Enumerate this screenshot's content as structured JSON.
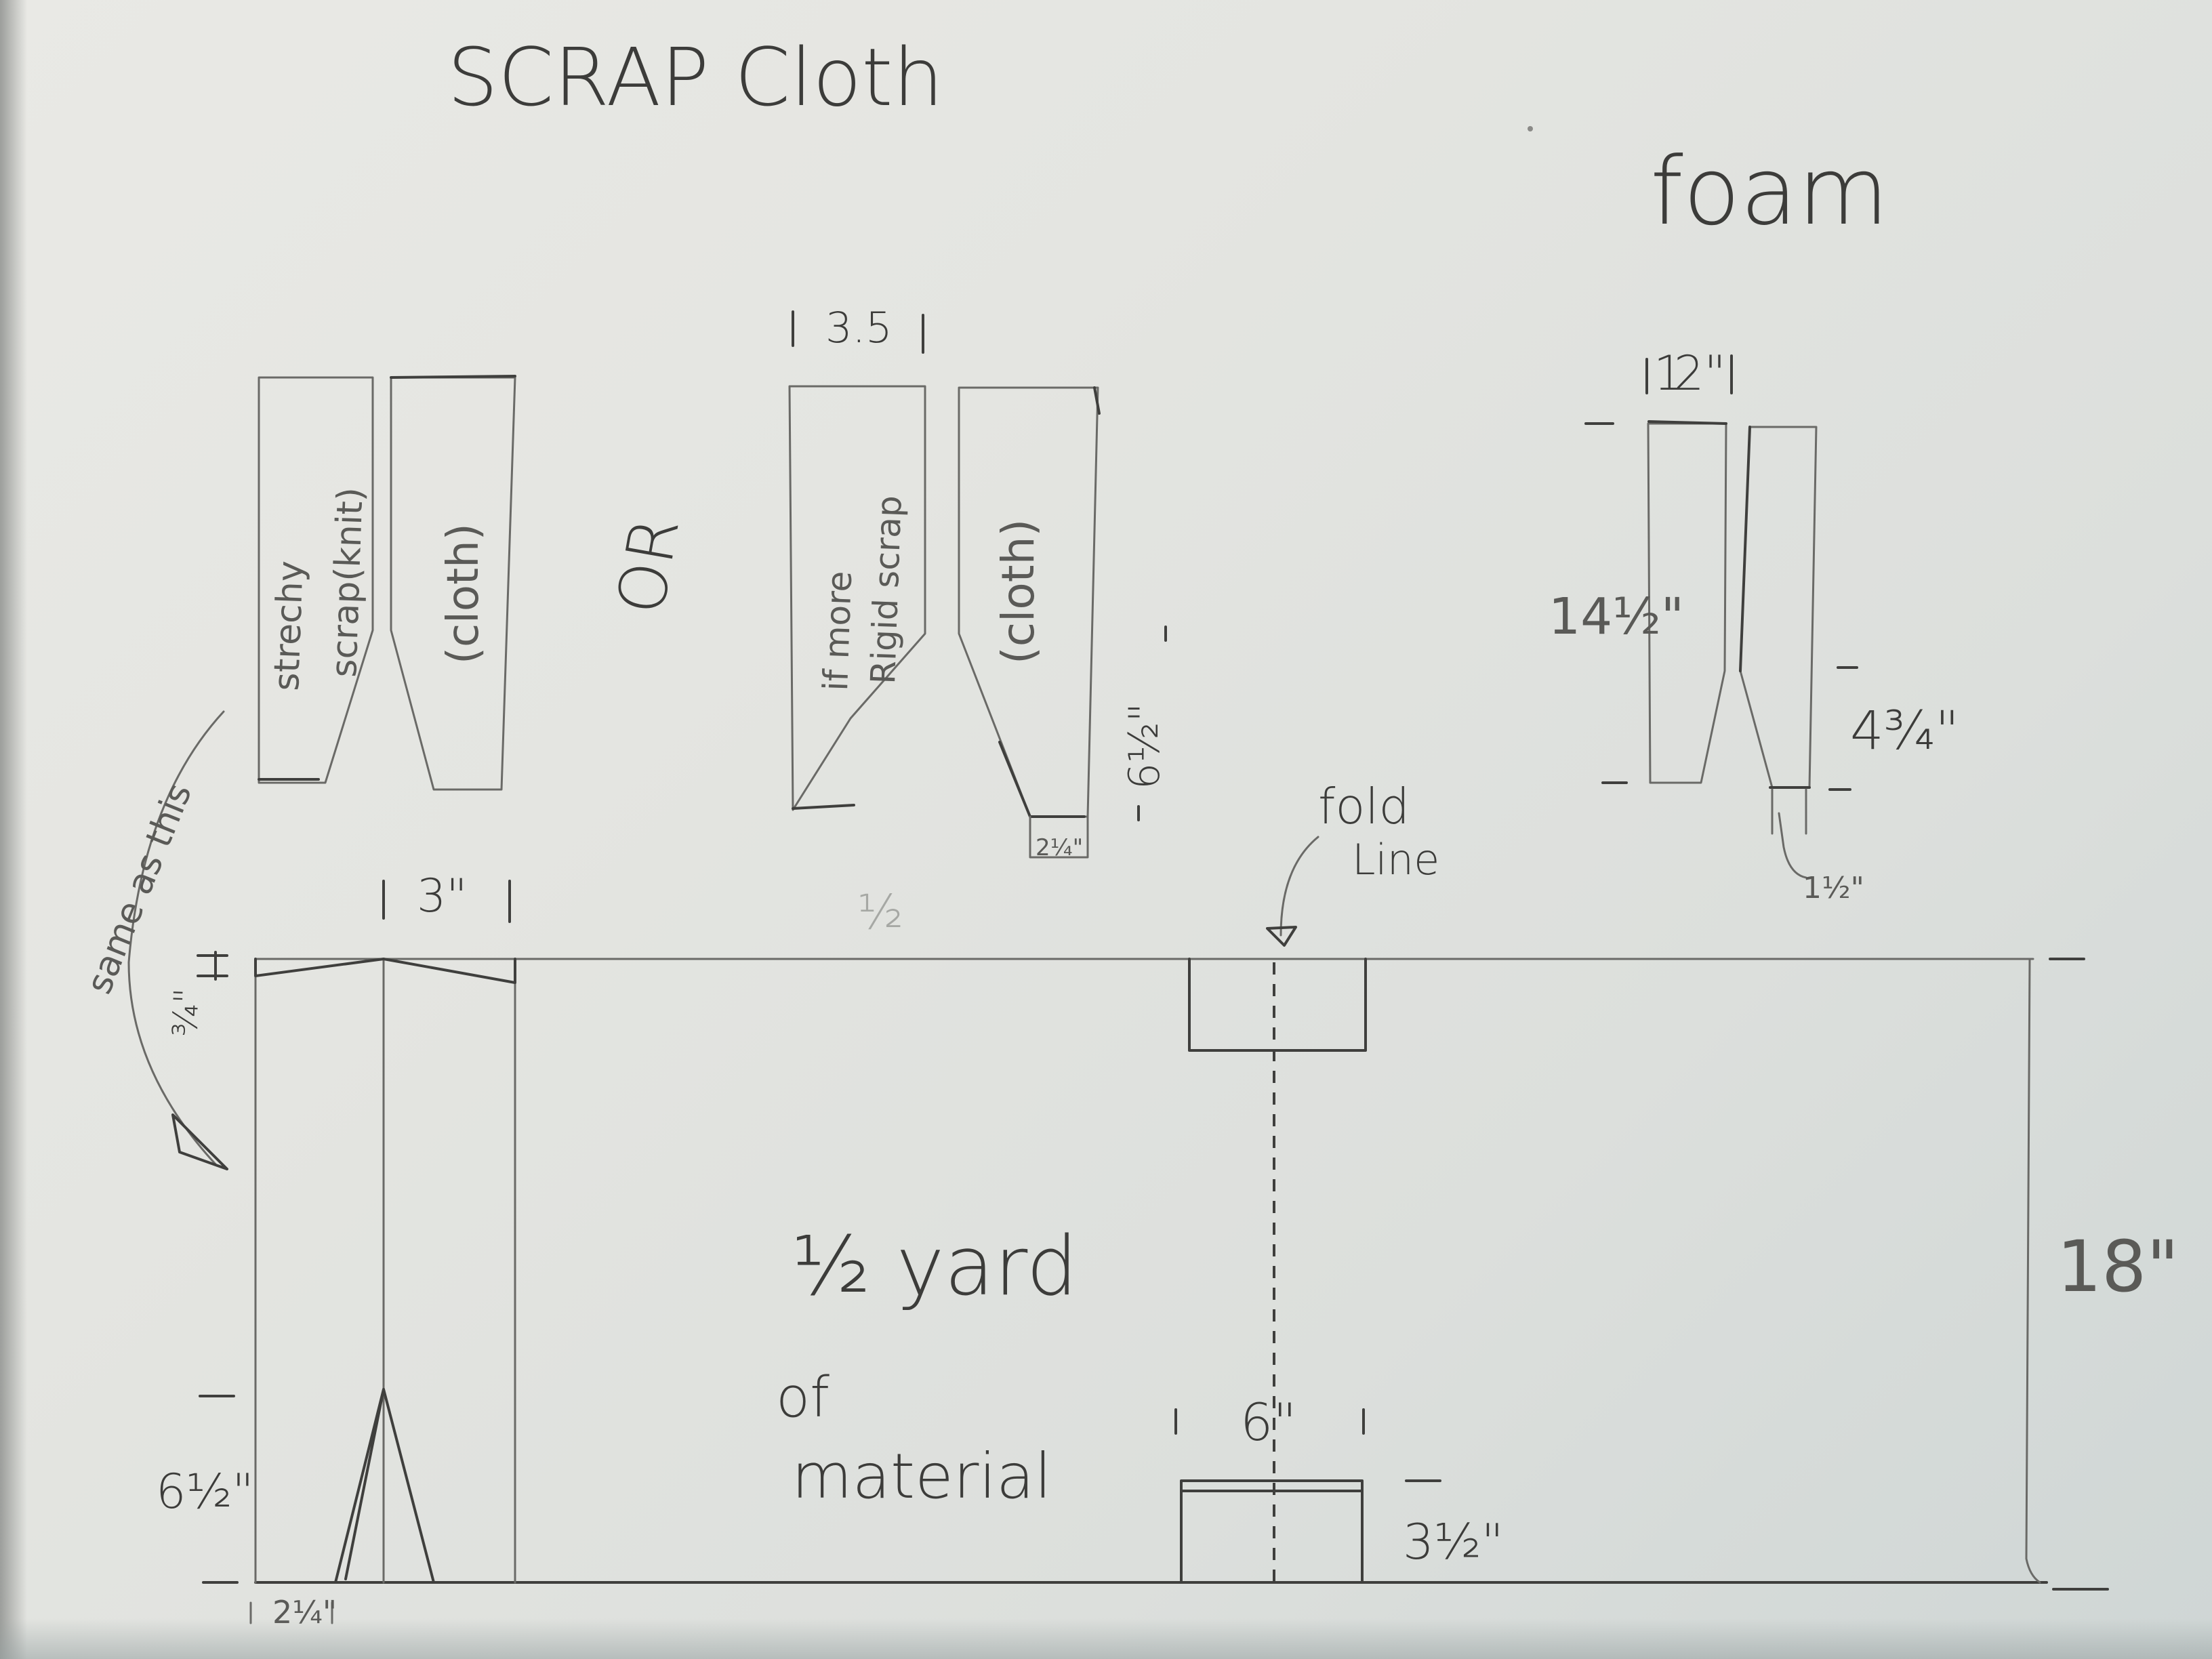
{
  "sections": {
    "scrap_cloth_title": "SCRAP Cloth",
    "foam_title": "foam",
    "or_label": "OR",
    "same_as_this": "same as this"
  },
  "scrap_pieces": {
    "stretchy_label_1": "strechy",
    "stretchy_label_2": "scrap(knit)",
    "cloth_label": "(cloth)",
    "rigid_label_1": "if more",
    "rigid_label_2": "Rigid scrap",
    "rigid_cloth_label": "(cloth)",
    "width_label": "3.5",
    "height_label": "6½\"",
    "bottom_label": "2¼\""
  },
  "foam_pieces": {
    "width_label": "2\"",
    "height_label": "14½\"",
    "taper_label": "4¾\"",
    "bottom_label": "1½\""
  },
  "material": {
    "label_line_1": "½ yard",
    "label_line_2": "of",
    "label_line_3": "material",
    "height_label": "18\"",
    "strip_width_label": "3\"",
    "top_margin_label": "¾\"",
    "slit_height_label": "6½\"",
    "slit_base_label": "2¼\"",
    "fold_label_1": "fold",
    "fold_label_2": "Line",
    "pocket_width_label": "6\"",
    "pocket_height_label": "3½\""
  }
}
